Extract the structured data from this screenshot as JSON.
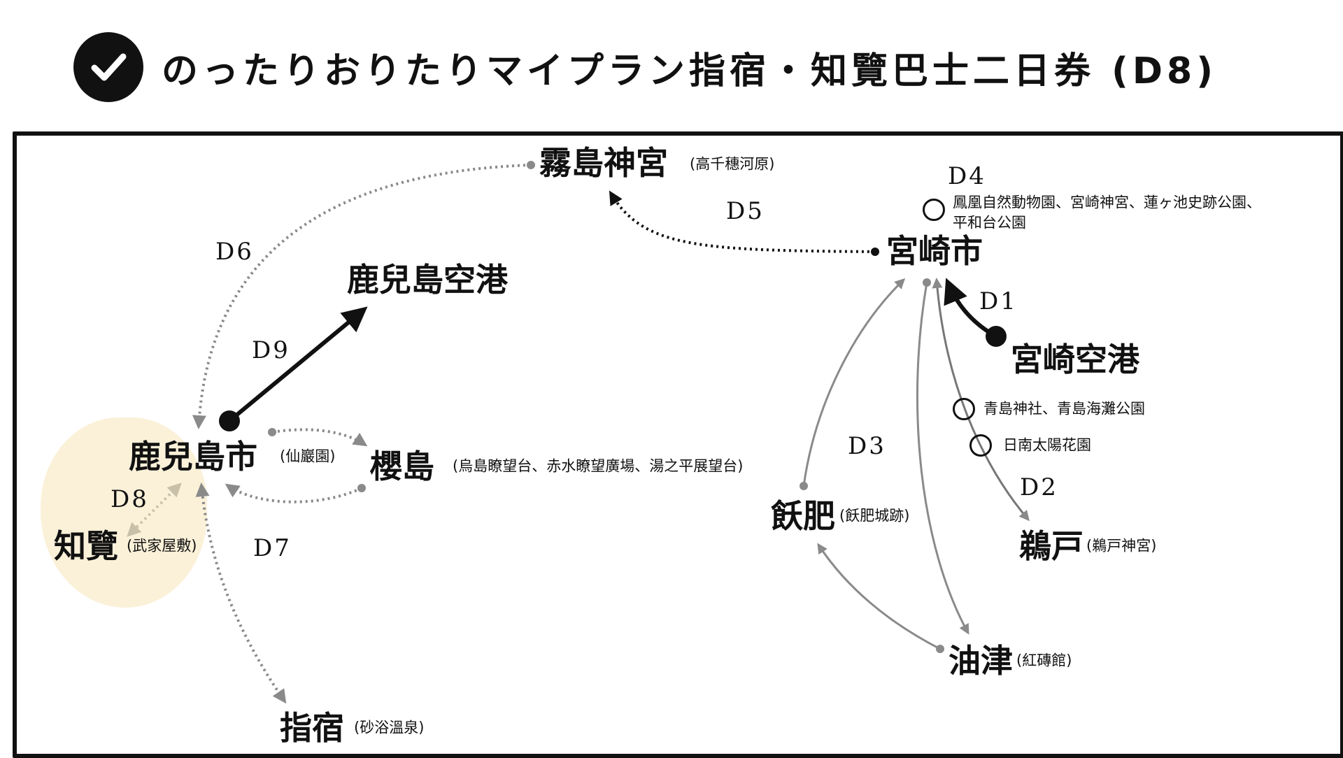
{
  "title": "のったりおりたりマイプラン指宿・知覽巴士二日券 (D8)",
  "icons": {
    "title": "check-circle-icon"
  },
  "colors": {
    "highlight": "#fbf1d9",
    "route_black": "#111111",
    "route_gray": "#8a8a8a"
  },
  "places": {
    "kirishima": {
      "name": "霧島神宮",
      "note": "(高千穗河原)"
    },
    "kagoshima_airport": {
      "name": "鹿兒島空港"
    },
    "miyazaki_city": {
      "name": "宮崎市"
    },
    "miyazaki_airport": {
      "name": "宮崎空港"
    },
    "kagoshima_city": {
      "name": "鹿兒島市",
      "note": "(仙巖園)"
    },
    "sakurajima": {
      "name": "櫻島",
      "note": "(烏島瞭望台、赤水瞭望廣場、湯之平展望台)"
    },
    "chiran": {
      "name": "知覽",
      "note": "(武家屋敷)"
    },
    "ibusuki": {
      "name": "指宿",
      "note": "(砂浴溫泉)"
    },
    "obi": {
      "name": "飫肥",
      "note": "(飫肥城跡)"
    },
    "udo": {
      "name": "鵜戸",
      "note": "(鵜戸神宮)"
    },
    "aburatsu": {
      "name": "油津",
      "note": "(紅磚館)"
    }
  },
  "stops": {
    "d4_line1": "鳳凰自然動物園、宮崎神宮、蓮ヶ池史跡公園、",
    "d4_line2": "平和台公園",
    "aoshima": "青島神社、青島海灘公園",
    "nichinan": "日南太陽花園"
  },
  "days": {
    "d1": "D1",
    "d2": "D2",
    "d3": "D3",
    "d4": "D4",
    "d5": "D5",
    "d6": "D6",
    "d7": "D7",
    "d8": "D8",
    "d9": "D9"
  }
}
